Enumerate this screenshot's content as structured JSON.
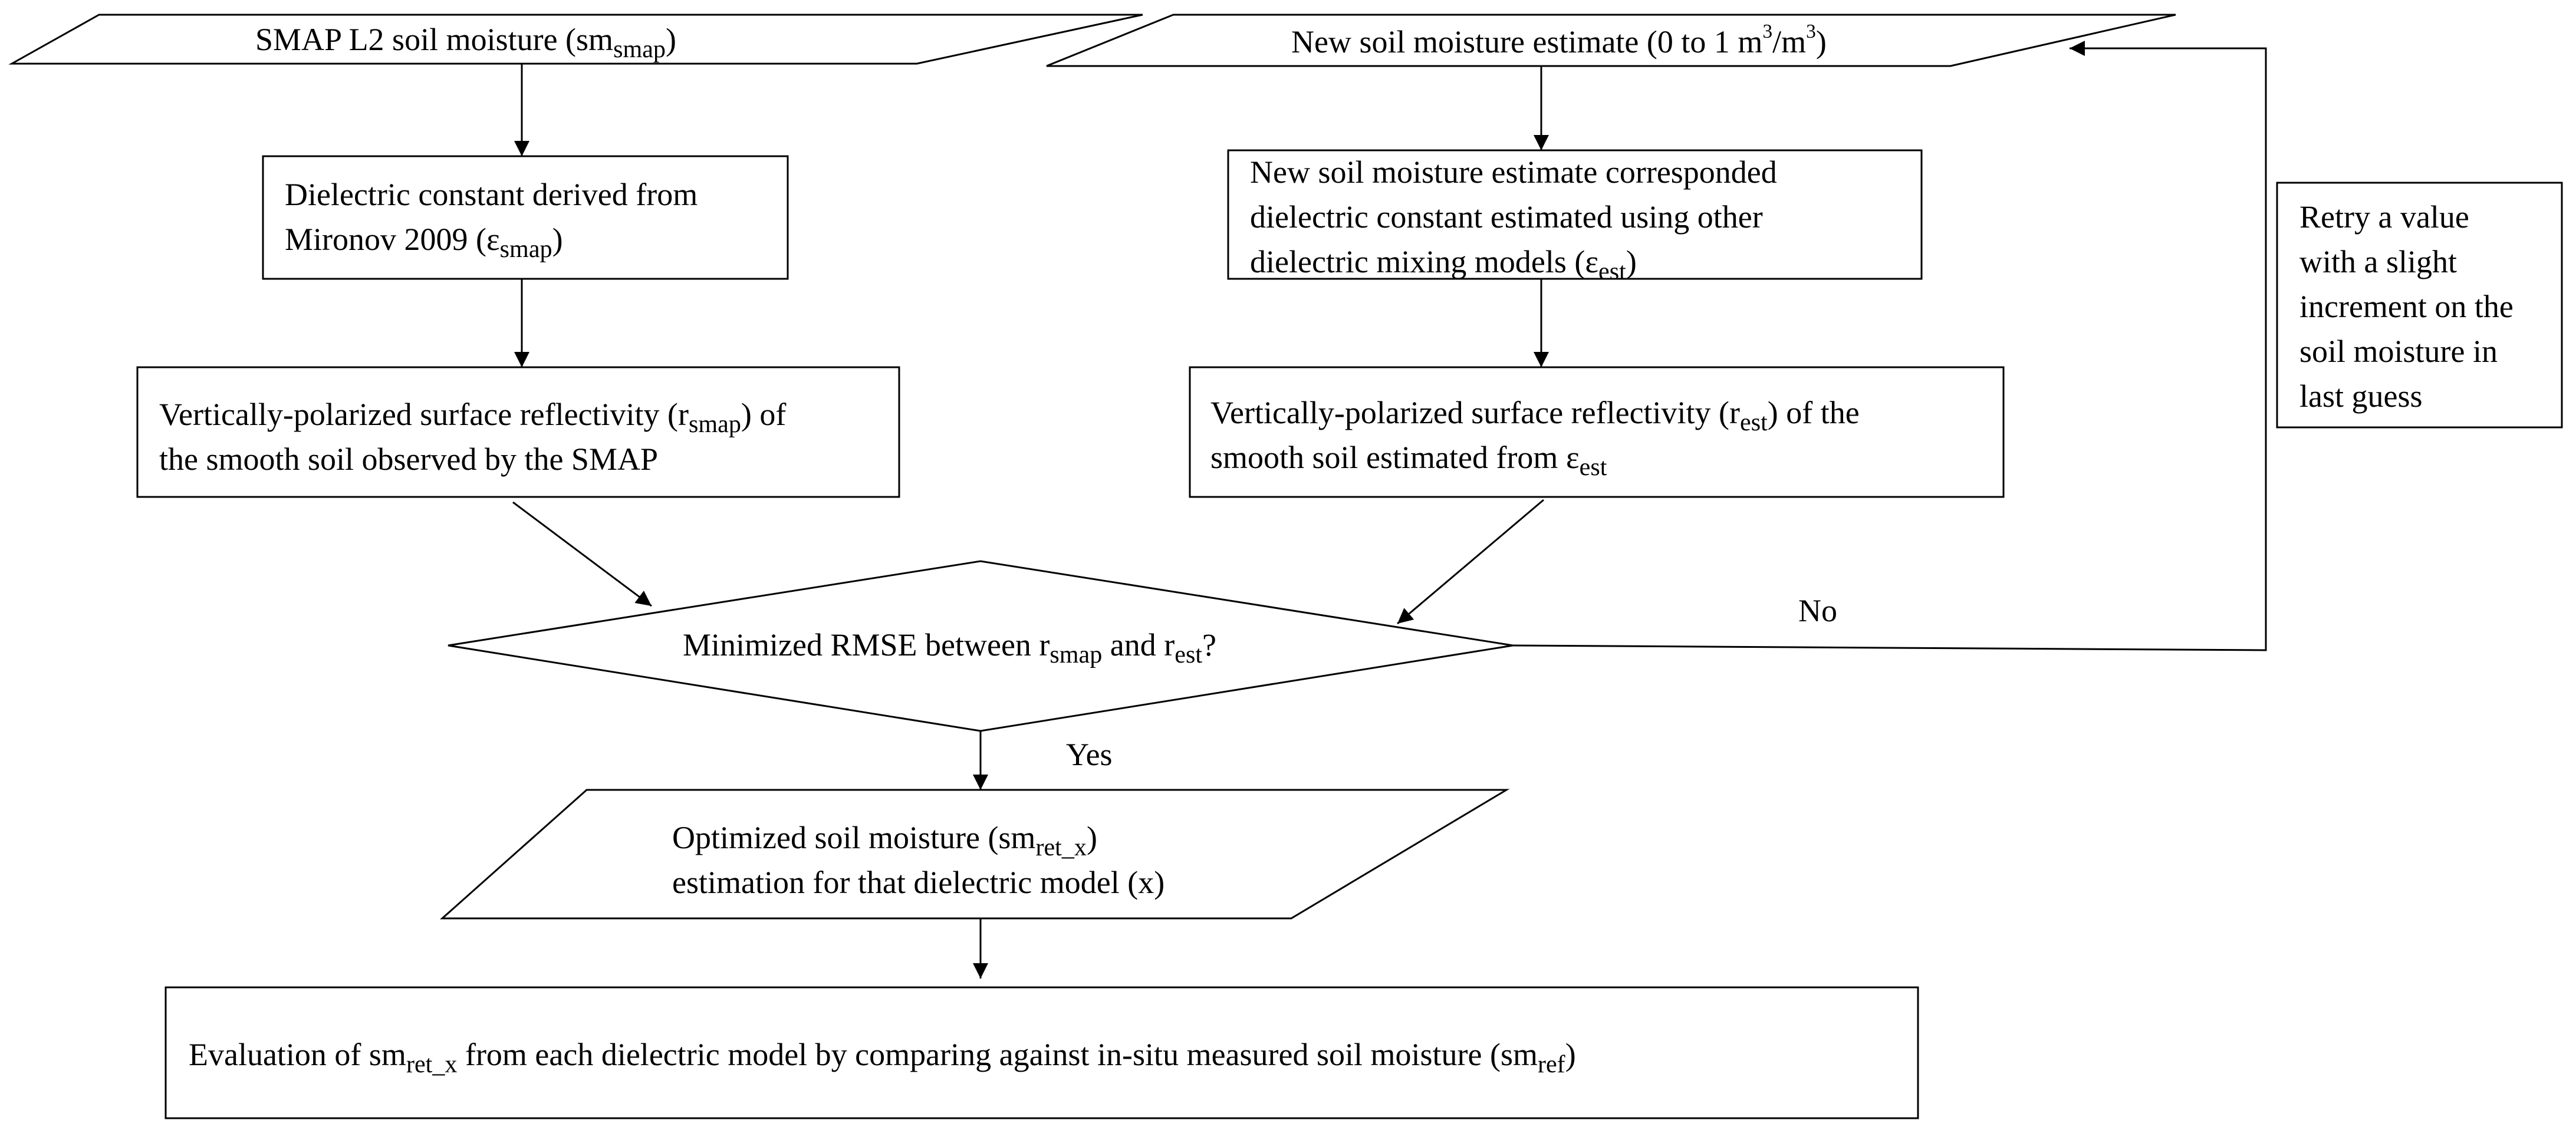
{
  "colors": {
    "stroke": "#000000",
    "background": "#ffffff",
    "text": "#000000"
  },
  "nodes": {
    "smap_l2_soil_moisture": {
      "shape": "parallelogram",
      "lines": [
        [
          {
            "t": "SMAP L2 soil moisture (sm"
          },
          {
            "t": "smap",
            "sub": true
          },
          {
            "t": ")"
          }
        ]
      ]
    },
    "dielectric_mironov": {
      "shape": "rectangle",
      "lines": [
        [
          {
            "t": "Dielectric constant derived from"
          }
        ],
        [
          {
            "t": "Mironov 2009 (ε"
          },
          {
            "t": "smap",
            "sub": true
          },
          {
            "t": ")"
          }
        ]
      ]
    },
    "reflectivity_smap": {
      "shape": "rectangle",
      "lines": [
        [
          {
            "t": "Vertically-polarized surface reflectivity (r"
          },
          {
            "t": "smap",
            "sub": true
          },
          {
            "t": ") of"
          }
        ],
        [
          {
            "t": "the smooth soil observed by the SMAP"
          }
        ]
      ]
    },
    "new_soil_moisture_estimate": {
      "shape": "parallelogram",
      "lines": [
        [
          {
            "t": "New soil moisture estimate (0 to 1 m"
          },
          {
            "t": "3",
            "sup": true
          },
          {
            "t": "/m"
          },
          {
            "t": "3",
            "sup": true
          },
          {
            "t": ")"
          }
        ]
      ]
    },
    "dielectric_est": {
      "shape": "rectangle",
      "lines": [
        [
          {
            "t": "New soil moisture estimate corresponded"
          }
        ],
        [
          {
            "t": "dielectric constant estimated using other"
          }
        ],
        [
          {
            "t": "dielectric mixing models (ε"
          },
          {
            "t": "est",
            "sub": true
          },
          {
            "t": ")"
          }
        ]
      ]
    },
    "reflectivity_est": {
      "shape": "rectangle",
      "lines": [
        [
          {
            "t": "Vertically-polarized surface reflectivity (r"
          },
          {
            "t": "est",
            "sub": true
          },
          {
            "t": ") of the"
          }
        ],
        [
          {
            "t": "smooth soil estimated from ε"
          },
          {
            "t": "est",
            "sub": true
          }
        ]
      ]
    },
    "retry": {
      "shape": "rectangle",
      "lines": [
        [
          {
            "t": "Retry a value"
          }
        ],
        [
          {
            "t": "with a slight"
          }
        ],
        [
          {
            "t": "increment on the"
          }
        ],
        [
          {
            "t": "soil moisture in"
          }
        ],
        [
          {
            "t": "last guess"
          }
        ]
      ]
    },
    "decision_rmse": {
      "shape": "diamond",
      "lines": [
        [
          {
            "t": "Minimized RMSE between r"
          },
          {
            "t": "smap",
            "sub": true
          },
          {
            "t": " and r"
          },
          {
            "t": "est",
            "sub": true
          },
          {
            "t": "?"
          }
        ]
      ]
    },
    "optimized_soil_moisture": {
      "shape": "parallelogram",
      "lines": [
        [
          {
            "t": "Optimized soil moisture (sm"
          },
          {
            "t": "ret_x",
            "sub": true
          },
          {
            "t": ")"
          }
        ],
        [
          {
            "t": "estimation for that dielectric model (x)"
          }
        ]
      ]
    },
    "evaluation": {
      "shape": "rectangle",
      "lines": [
        [
          {
            "t": "Evaluation of sm"
          },
          {
            "t": "ret_x",
            "sub": true
          },
          {
            "t": " from each dielectric model by comparing against in-situ measured soil moisture (sm"
          },
          {
            "t": "ref",
            "sub": true
          },
          {
            "t": ")"
          }
        ]
      ]
    }
  },
  "edge_labels": {
    "no": "No",
    "yes": "Yes"
  }
}
